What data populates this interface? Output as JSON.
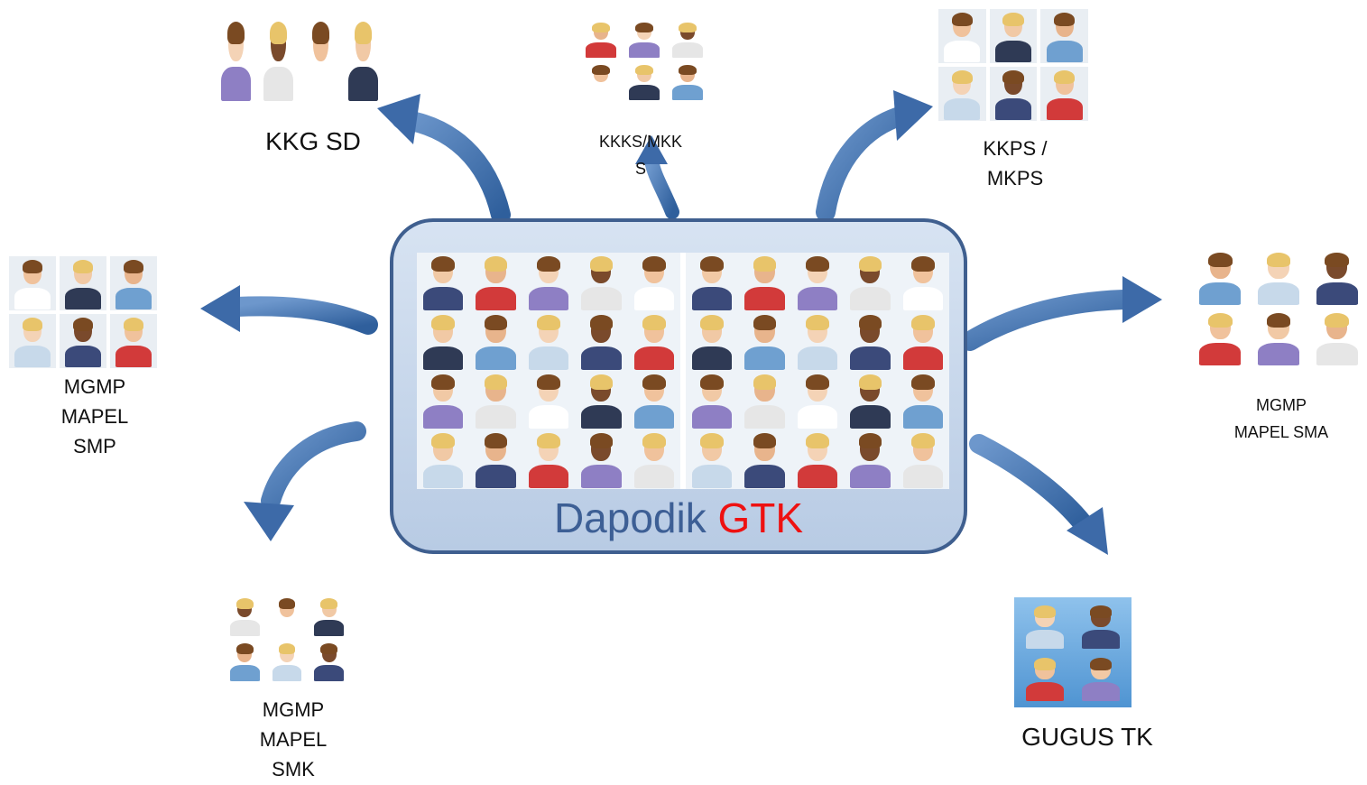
{
  "hub": {
    "title_main": "Dapodik",
    "title_accent": "GTK",
    "colors": {
      "frame": "#3f5f8f",
      "title": "#3d5f95",
      "accent": "#ee1111"
    },
    "icons": [
      "teacher-avatar-icon"
    ]
  },
  "nodes": {
    "kkg_sd": {
      "label": "KKG SD",
      "icon": "people-group-icon"
    },
    "kkks": {
      "label_line1": "KKKS/MKK",
      "label_line2": "S",
      "icon": "people-group-icon"
    },
    "kkps": {
      "label_line1": "KKPS /",
      "label_line2": "MKPS",
      "icon": "people-group-icon"
    },
    "mgmp_smp": {
      "label_line1": "MGMP",
      "label_line2": "MAPEL",
      "label_line3": "SMP",
      "icon": "people-group-icon"
    },
    "mgmp_sma": {
      "label_line1": "MGMP",
      "label_line2": "MAPEL SMA",
      "icon": "people-group-icon"
    },
    "mgmp_smk": {
      "label_line1": "MGMP",
      "label_line2": "MAPEL",
      "label_line3": "SMK",
      "icon": "people-group-icon"
    },
    "gugus_tk": {
      "label": "GUGUS TK",
      "icon": "people-group-icon"
    }
  },
  "arrow_color": "#4a78b4"
}
